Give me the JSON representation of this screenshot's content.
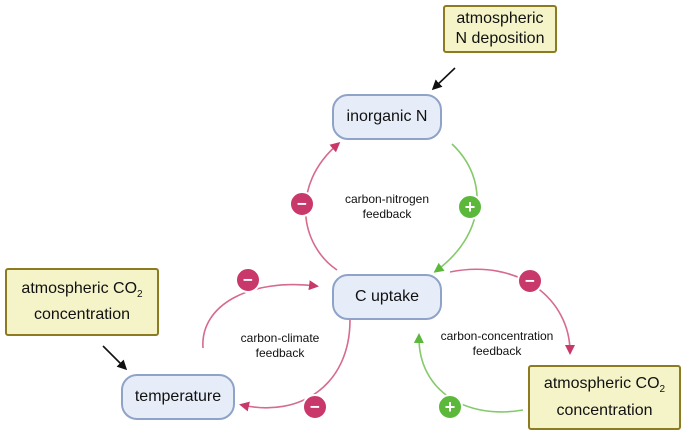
{
  "nodes": {
    "inorganic_n": "inorganic N",
    "c_uptake": "C uptake",
    "temperature": "temperature"
  },
  "drivers": {
    "n_deposition": {
      "line1": "atmospheric",
      "line2": "N deposition"
    },
    "co2_left": {
      "line1_prefix": "atmospheric CO",
      "line1_sub": "2",
      "line2": "concentration"
    },
    "co2_right": {
      "line1_prefix": "atmospheric CO",
      "line1_sub": "2",
      "line2": "concentration"
    }
  },
  "feedbacks": {
    "carbon_nitrogen": {
      "line1": "carbon-nitrogen",
      "line2": "feedback"
    },
    "carbon_climate": {
      "line1": "carbon-climate",
      "line2": "feedback"
    },
    "carbon_concentration": {
      "line1": "carbon-concentration",
      "line2": "feedback"
    }
  },
  "signs": {
    "positive": "+",
    "negative": "−"
  },
  "colors": {
    "negative": "#c8386a",
    "positive": "#5bb83a",
    "node_fill": "#e6edf8",
    "node_border": "#8fa3c8",
    "driver_fill": "#f5f4c9",
    "driver_border": "#8c7b20"
  }
}
